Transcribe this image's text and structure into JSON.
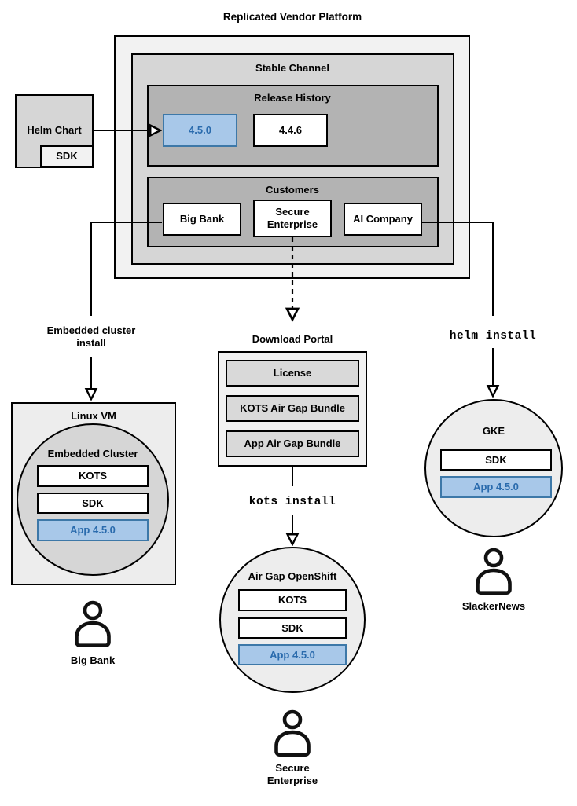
{
  "diagram_title": "Replicated Vendor Platform",
  "colors": {
    "highlight_fill": "#a8c8e9",
    "highlight_border": "#3d78a8",
    "highlight_text": "#2a6bad"
  },
  "platform": {
    "channel_label": "Stable Channel",
    "release_history": {
      "label": "Release History",
      "current_release": "4.5.0",
      "previous_release": "4.4.6"
    },
    "customers": {
      "label": "Customers",
      "items": [
        "Big Bank",
        "Secure Enterprise",
        "AI Company"
      ]
    }
  },
  "helm_chart": {
    "label": "Helm Chart",
    "sdk_label": "SDK"
  },
  "embedded_branch": {
    "arrow_label": "Embedded cluster install",
    "vm_label": "Linux VM",
    "cluster_label": "Embedded Cluster",
    "components": [
      "KOTS",
      "SDK",
      "App 4.5.0"
    ],
    "user_label": "Big Bank"
  },
  "airgap_branch": {
    "portal_label": "Download Portal",
    "portal_items": [
      "License",
      "KOTS Air Gap Bundle",
      "App Air Gap Bundle"
    ],
    "command_label": "kots install",
    "cluster_label": "Air Gap OpenShift",
    "components": [
      "KOTS",
      "SDK",
      "App 4.5.0"
    ],
    "user_label": "Secure Enterprise"
  },
  "helm_branch": {
    "command_label": "helm install",
    "cluster_label": "GKE",
    "components": [
      "SDK",
      "App 4.5.0"
    ],
    "user_label": "SlackerNews"
  }
}
